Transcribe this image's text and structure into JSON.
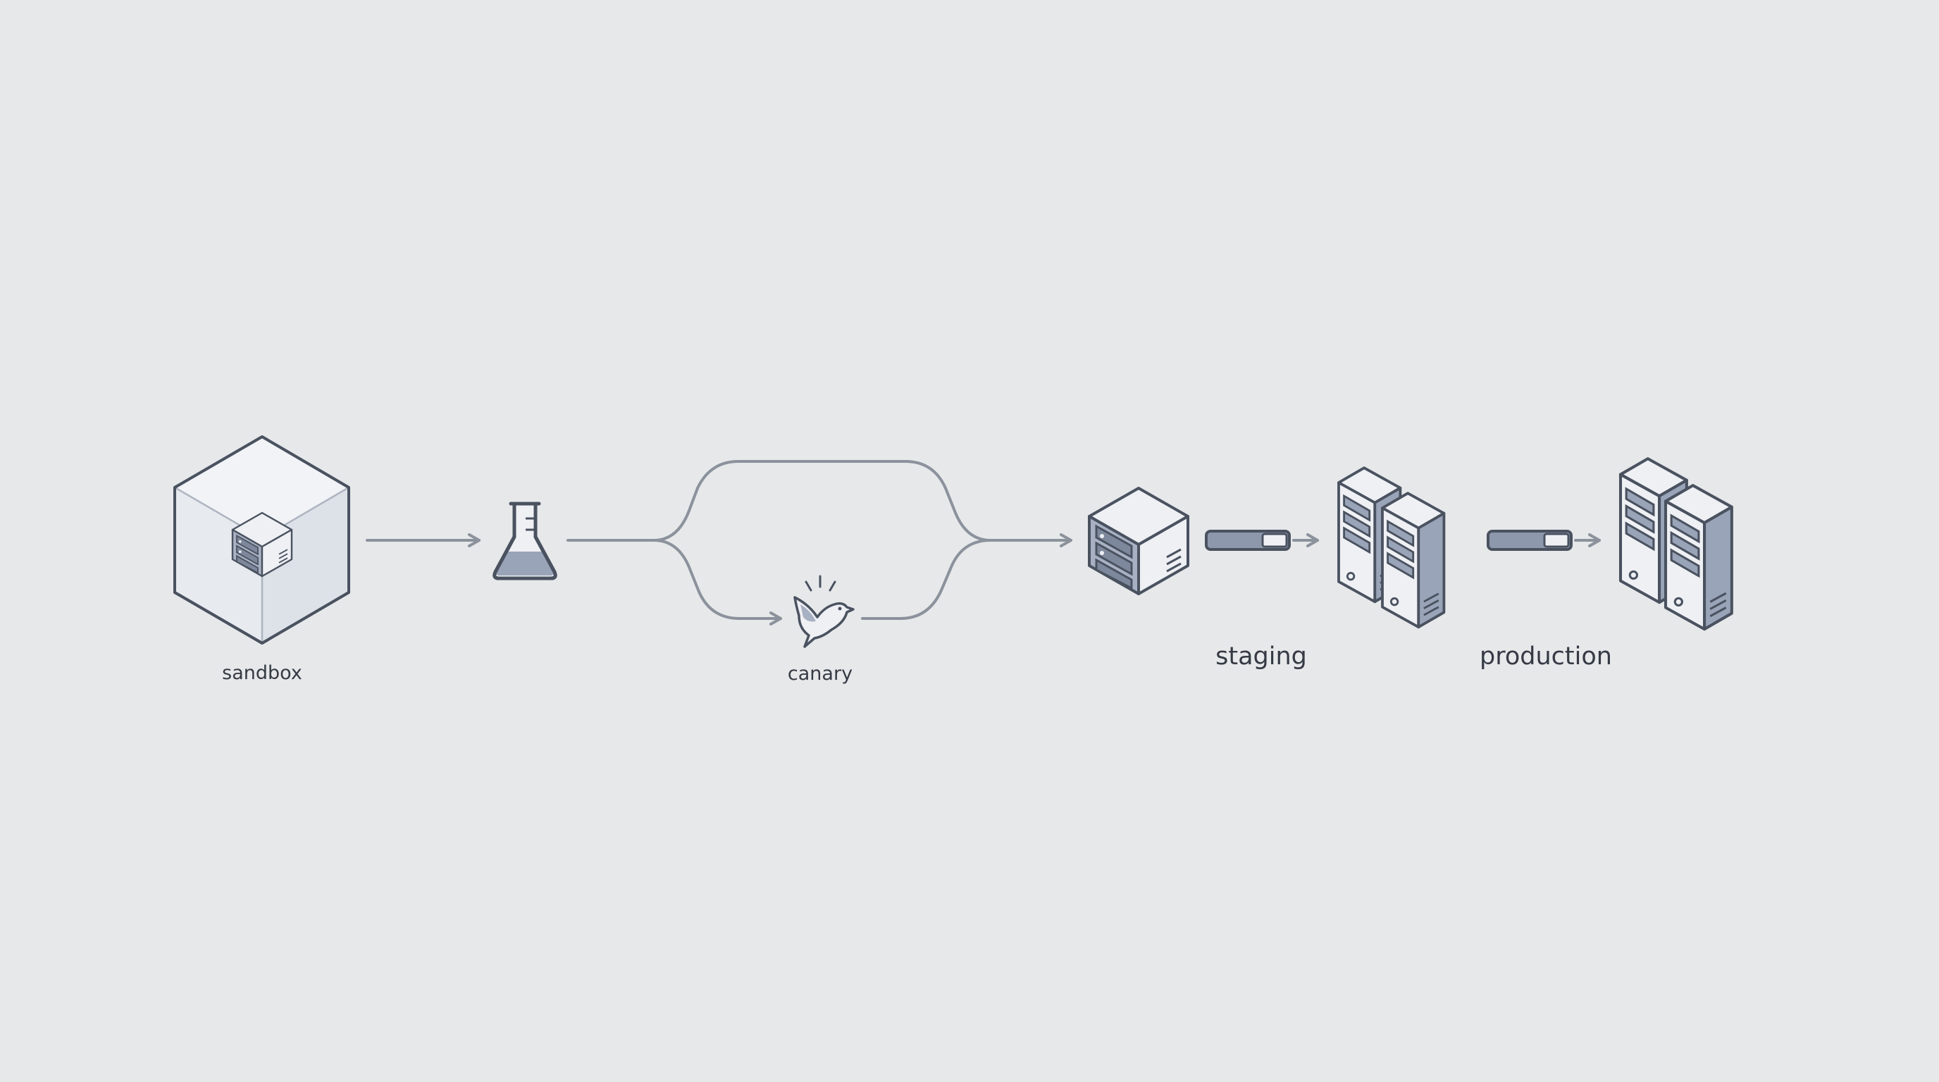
{
  "stages": {
    "sandbox": {
      "label": "sandbox"
    },
    "canary": {
      "label": "canary"
    },
    "staging": {
      "label": "staging"
    },
    "production": {
      "label": "production"
    }
  },
  "icons": [
    "sandbox-cube-icon",
    "flask-icon",
    "canary-bird-icon",
    "server-icon",
    "pipe-icon",
    "server-pair-icon",
    "server-pair-large-icon"
  ],
  "colors": {
    "background": "#e6e8ea",
    "connector": "#8b929c",
    "outline": "#4a5260",
    "server_fill": "#9fa9bd",
    "server_light": "#eef0f4",
    "text": "#353a44"
  }
}
